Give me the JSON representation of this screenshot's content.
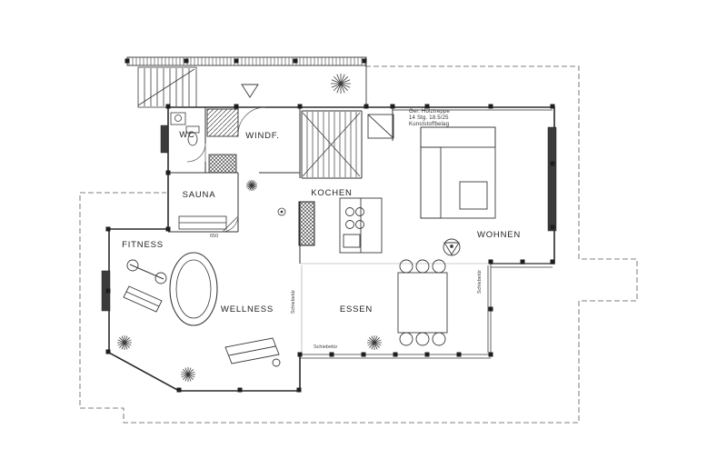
{
  "drawing": {
    "type": "architectural floor plan",
    "line_color": "#2f2f2f",
    "background": "#ffffff"
  },
  "rooms": {
    "wc": "WC",
    "windfang": "WINDF.",
    "sauna": "SAUNA",
    "kochen": "KOCHEN",
    "wohnen": "WOHNEN",
    "fitness": "FITNESS",
    "wellness": "WELLNESS",
    "essen": "ESSEN"
  },
  "annotations": {
    "stair_note_line1": "Ger. Holztreppe",
    "stair_note_line2": "14 Stg. 18.5/25",
    "stair_note_line3": "Kunststoffbelag",
    "sliding_door_left": "Schiebetür",
    "sliding_door_right": "Schiebetür",
    "sliding_door_bottom": "Schiebetür",
    "dimension_650": "650"
  }
}
